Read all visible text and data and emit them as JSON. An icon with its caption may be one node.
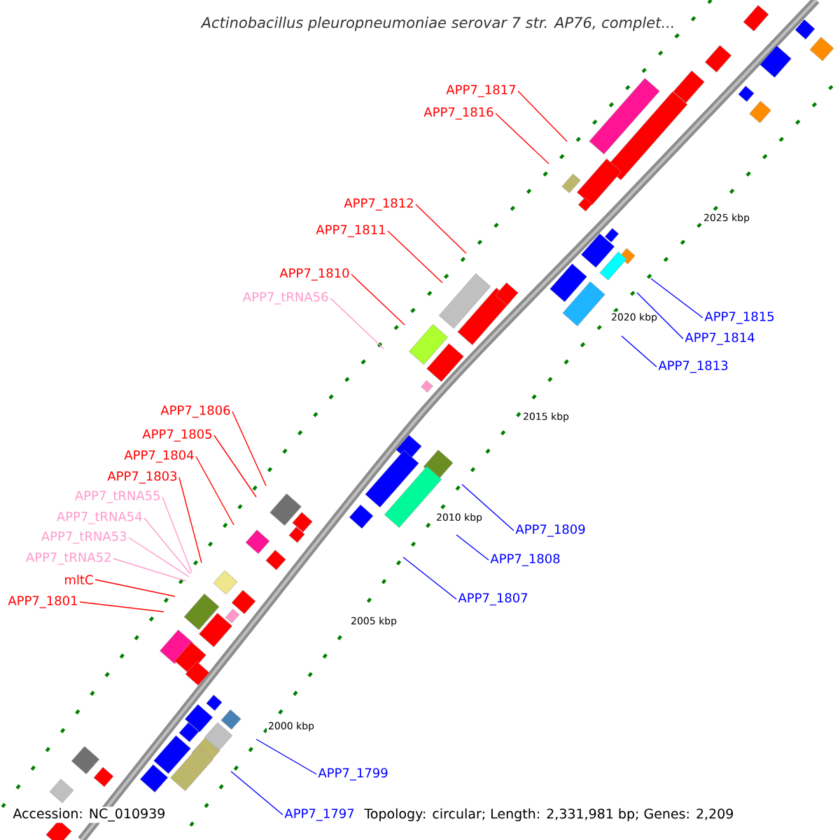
{
  "diagram": {
    "title": "Actinobacillus pleuropneumoniae serovar 7 str. AP76, complet...",
    "nodes": [
      {
        "text": [
          "APP7_1817"
        ]
      },
      {
        "text": [
          "APP7_1816"
        ]
      },
      {
        "text": [
          "APP7_1812"
        ]
      },
      {
        "text": [
          "APP7_1811"
        ]
      },
      {
        "text": [
          "APP7_1810"
        ]
      },
      {
        "text": [
          "APP7_tRNA56"
        ]
      },
      {
        "text": [
          "APP7_1815"
        ]
      },
      {
        "text": [
          "APP7_1814"
        ]
      },
      {
        "text": [
          "APP7_1813"
        ]
      },
      {
        "text": [
          "APP7_1806"
        ]
      },
      {
        "text": [
          "APP7_1805"
        ]
      },
      {
        "text": [
          "APP7_1804"
        ]
      },
      {
        "text": [
          "APP7_1803"
        ]
      },
      {
        "text": [
          "APP7_tRNA55"
        ]
      },
      {
        "text": [
          "APP7_tRNA54"
        ]
      },
      {
        "text": [
          "APP7_tRNA53"
        ]
      },
      {
        "text": [
          "APP7_tRNA52"
        ]
      },
      {
        "text": [
          "mltC"
        ]
      },
      {
        "text": [
          "APP7_1801"
        ]
      },
      {
        "text": [
          "APP7_1809"
        ]
      },
      {
        "text": [
          "APP7_1808"
        ]
      },
      {
        "text": [
          "APP7_1807"
        ]
      },
      {
        "text": [
          "APP7_1799"
        ]
      },
      {
        "text": [
          "APP7_1797"
        ]
      }
    ],
    "edges": [
      {
        "from": 0,
        "to": null,
        "arrow": "none"
      },
      {
        "from": 1,
        "to": null,
        "arrow": "none"
      },
      {
        "from": 2,
        "to": null,
        "arrow": "none"
      },
      {
        "from": 3,
        "to": null,
        "arrow": "none"
      },
      {
        "from": 4,
        "to": null,
        "arrow": "none"
      },
      {
        "from": 5,
        "to": null,
        "arrow": "none",
        "color": "#ff99cc"
      },
      {
        "from": 6,
        "to": null,
        "arrow": "none",
        "color": "#0000ff"
      },
      {
        "from": 7,
        "to": null,
        "arrow": "none",
        "color": "#0000ff"
      },
      {
        "from": 8,
        "to": null,
        "arrow": "none",
        "color": "#0000ff"
      },
      {
        "from": 9,
        "to": null,
        "arrow": "none"
      },
      {
        "from": 10,
        "to": null,
        "arrow": "none"
      },
      {
        "from": 11,
        "to": null,
        "arrow": "none"
      },
      {
        "from": 12,
        "to": null,
        "arrow": "none"
      },
      {
        "from": 13,
        "to": null,
        "arrow": "none",
        "color": "#ff99cc"
      },
      {
        "from": 14,
        "to": null,
        "arrow": "none",
        "color": "#ff99cc"
      },
      {
        "from": 15,
        "to": null,
        "arrow": "none",
        "color": "#ff99cc"
      },
      {
        "from": 16,
        "to": null,
        "arrow": "none",
        "color": "#ff99cc"
      },
      {
        "from": 17,
        "to": null,
        "arrow": "none"
      },
      {
        "from": 18,
        "to": null,
        "arrow": "none"
      },
      {
        "from": 19,
        "to": null,
        "arrow": "none",
        "color": "#0000ff"
      },
      {
        "from": 20,
        "to": null,
        "arrow": "none",
        "color": "#0000ff"
      },
      {
        "from": 21,
        "to": null,
        "arrow": "none",
        "color": "#0000ff"
      },
      {
        "from": 22,
        "to": null,
        "arrow": "none",
        "color": "#0000ff"
      },
      {
        "from": 23,
        "to": null,
        "arrow": "none",
        "color": "#0000ff"
      }
    ],
    "labels": [
      "2025 kbp",
      "2020 kbp",
      "2015 kbp",
      "2010 kbp",
      "2005 kbp",
      "2000 kbp",
      "Accession: NC_010939",
      "Topology: circular; Length: 2,331,981 bp; Genes: 2,209"
    ]
  }
}
